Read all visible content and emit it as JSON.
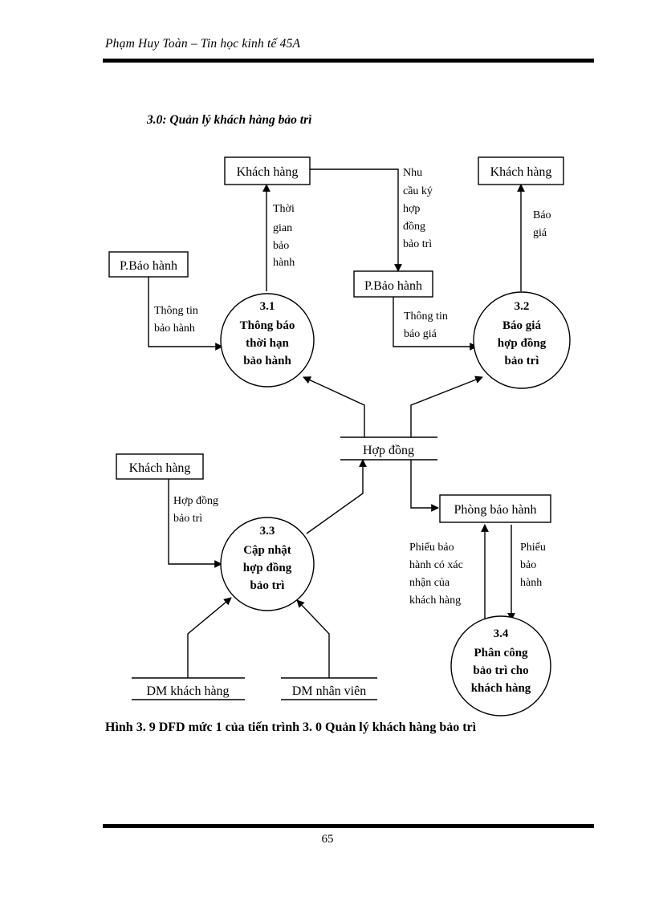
{
  "document": {
    "header": "Phạm Huy Toàn – Tin học kinh tế 45A",
    "section_title": "3.0: Quản lý khách hàng bảo trì",
    "figure_caption": "Hình 3. 9 DFD mức 1 của tiến trình 3. 0 Quản lý khách hàng bảo trì",
    "page_number": "65"
  },
  "diagram": {
    "externals": {
      "customer_top_left": "Khách hàng",
      "customer_top_right": "Khách hàng",
      "warranty_dept_left": "P.Bảo hành",
      "warranty_dept_mid": "P.Bảo hành",
      "customer_mid_left": "Khách hàng",
      "warranty_room": "Phòng bảo hành"
    },
    "processes": [
      {
        "number": "3.1",
        "lines": [
          "Thông báo",
          "thời hạn",
          "bảo hành"
        ]
      },
      {
        "number": "3.2",
        "lines": [
          "Báo giá",
          "hợp đồng",
          "bảo trì"
        ]
      },
      {
        "number": "3.3",
        "lines": [
          "Cập nhật",
          "hợp đồng",
          "bảo trì"
        ]
      },
      {
        "number": "3.4",
        "lines": [
          "Phân công",
          "bảo trì cho",
          "khách hàng"
        ]
      }
    ],
    "stores": {
      "contract": "Hợp đồng",
      "customer_list": "DM khách hàng",
      "employee_list": "DM nhân viên"
    },
    "flows": {
      "warranty_time": [
        "Thời",
        "gian",
        "bảo",
        "hành"
      ],
      "contract_need": [
        "Nhu",
        "cầu ký",
        "hợp",
        "đồng",
        "bảo trì"
      ],
      "quote": [
        "Báo",
        "giá"
      ],
      "warranty_info": [
        "Thông tin",
        "bảo hành"
      ],
      "quote_info": [
        "Thông tin",
        "báo giá"
      ],
      "maintenance_contract": [
        "Hợp đồng",
        "bảo trì"
      ],
      "confirmed_slip": [
        "Phiếu bảo",
        "hành có xác",
        "nhận của",
        "khách hàng"
      ],
      "warranty_slip": [
        "Phiếu",
        "bảo",
        "hành"
      ]
    }
  }
}
